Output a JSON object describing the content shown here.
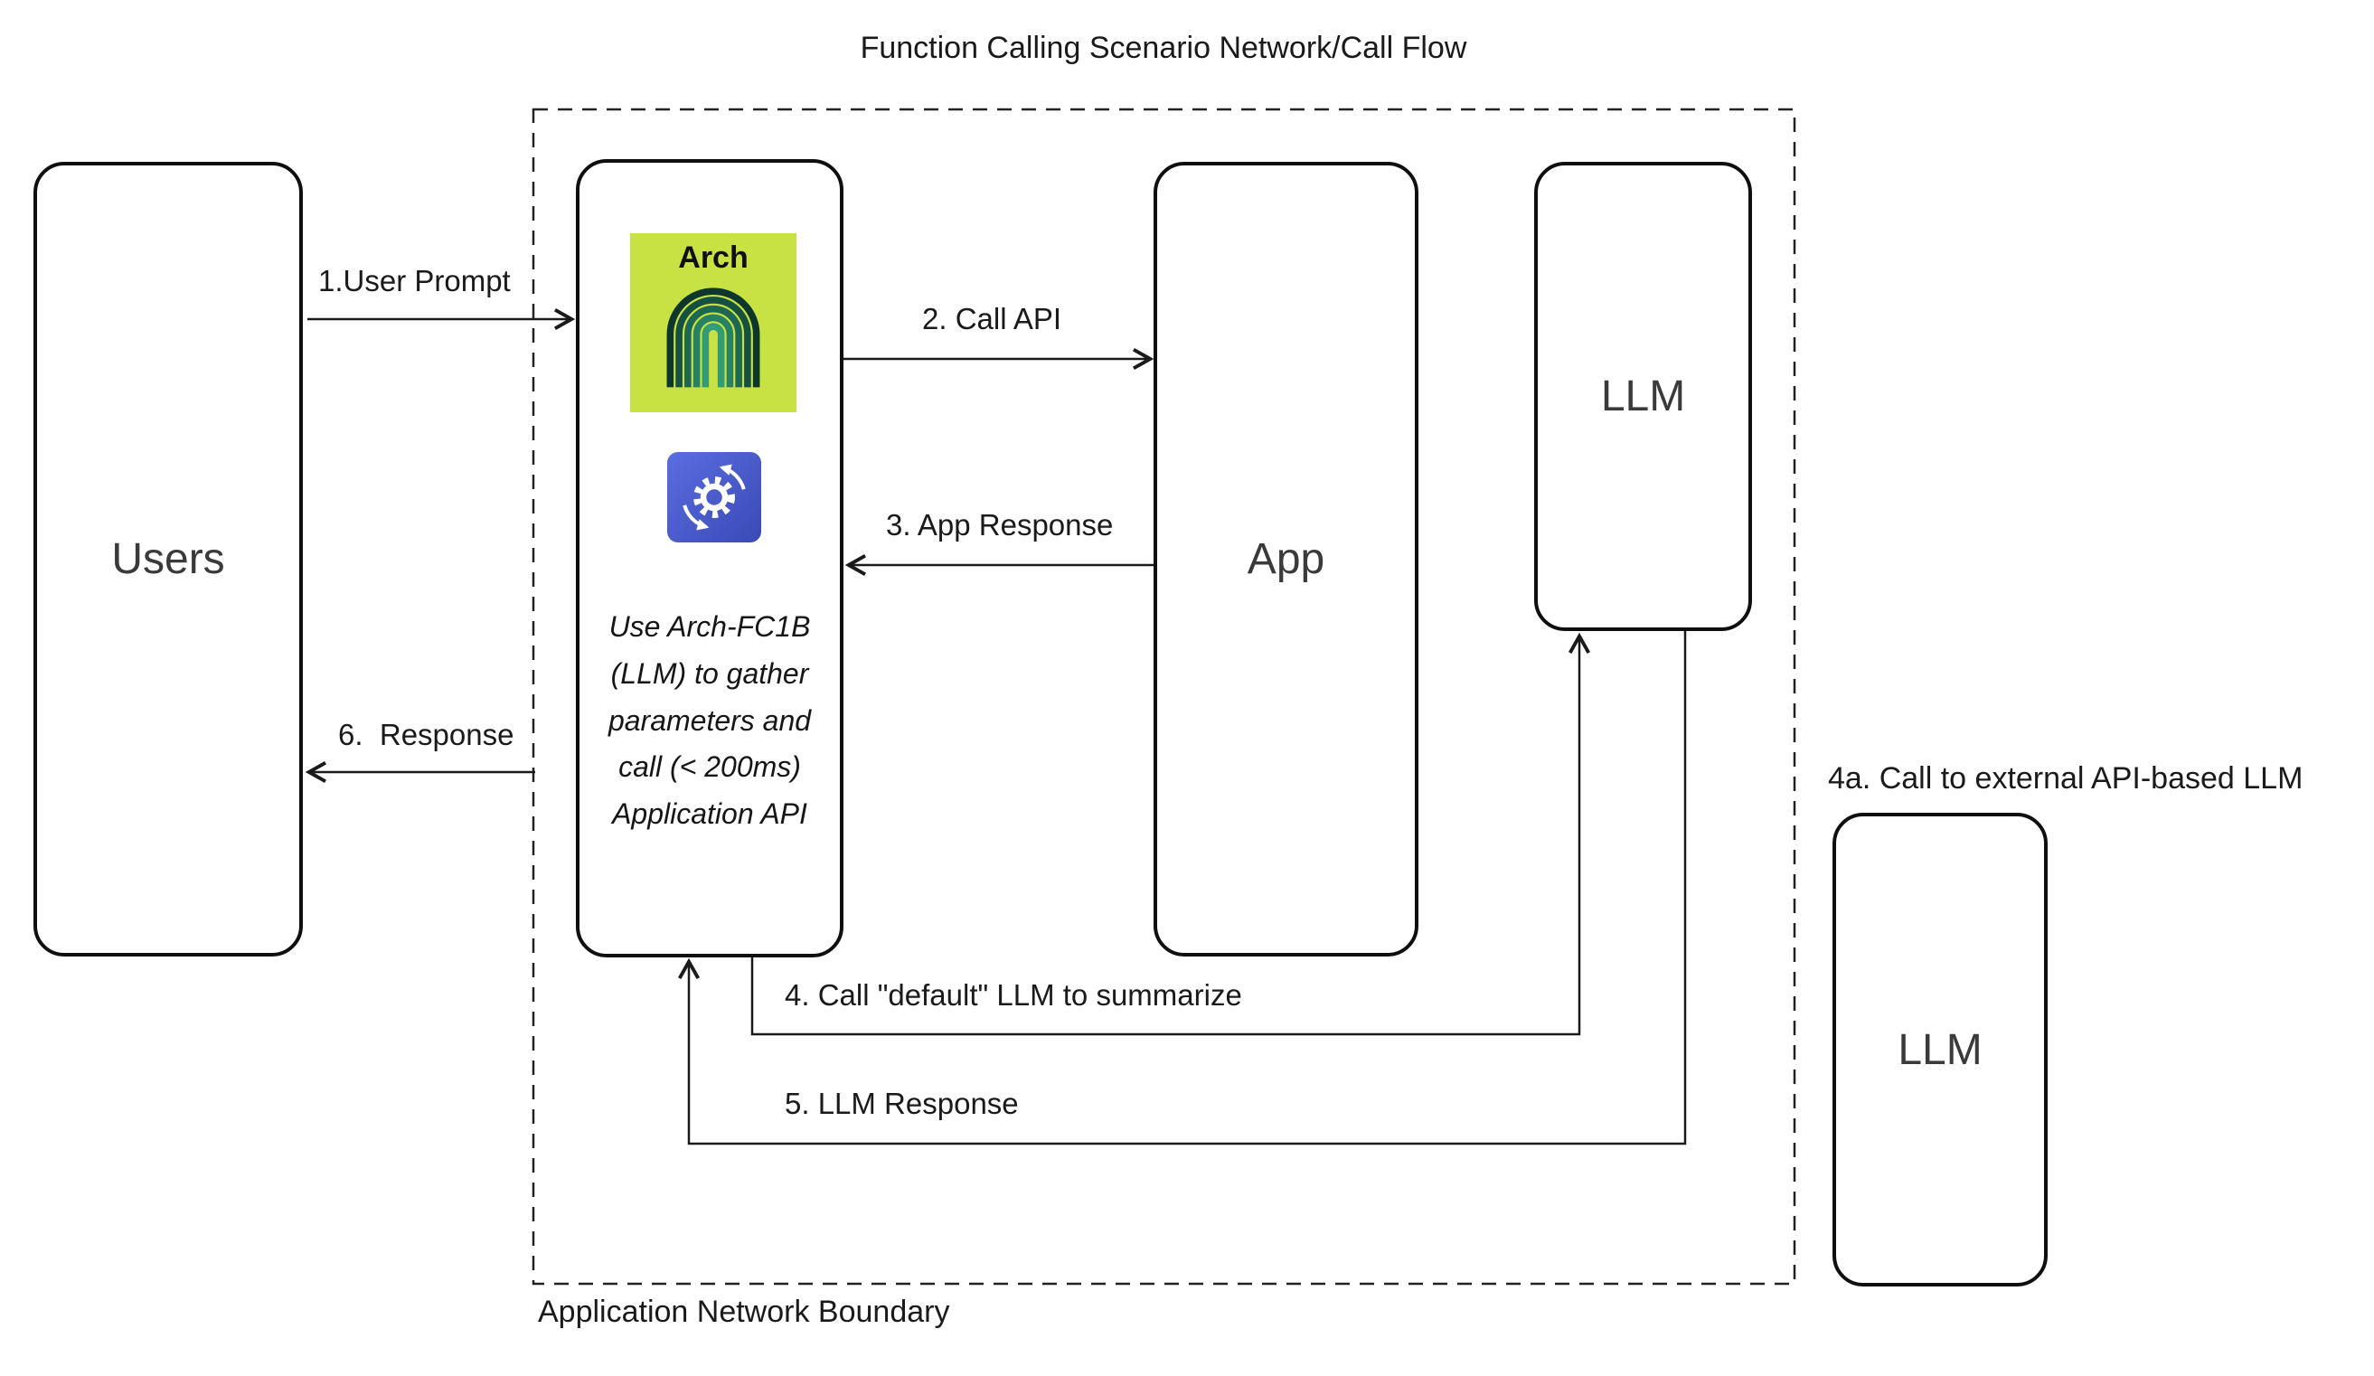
{
  "title": "Function Calling Scenario Network/Call Flow",
  "boundary": {
    "label": "Application Network Boundary"
  },
  "nodes": {
    "users": {
      "label": "Users"
    },
    "arch": {
      "logo_text": "Arch",
      "note": "Use Arch-FC1B (LLM) to gather parameters and call (< 200ms) Application API"
    },
    "app": {
      "label": "App"
    },
    "llm_internal": {
      "label": "LLM"
    },
    "llm_external": {
      "label": "LLM",
      "caption": "4a. Call to external API-based LLM"
    }
  },
  "edges": {
    "user_prompt": {
      "label": "1.User Prompt"
    },
    "call_api": {
      "label": "2. Call API"
    },
    "app_response": {
      "label": "3. App Response"
    },
    "call_default_llm": {
      "label": "4. Call \"default\" LLM to summarize"
    },
    "llm_response": {
      "label": "5. LLM Response"
    },
    "response": {
      "label": "6.  Response"
    }
  },
  "icons": {
    "arch_logo": "arch-gateway-arches-icon",
    "gear": "system-update-gear-icon"
  },
  "colors": {
    "line": "#1a1a1a",
    "box_border": "#0f0f0f",
    "logo_bg": "#c9e243",
    "arch_arc_dark": "#0d372c",
    "arch_arc_light": "#329c77",
    "gear_bg_start": "#5b6ee1",
    "gear_bg_end": "#3a49b5"
  }
}
